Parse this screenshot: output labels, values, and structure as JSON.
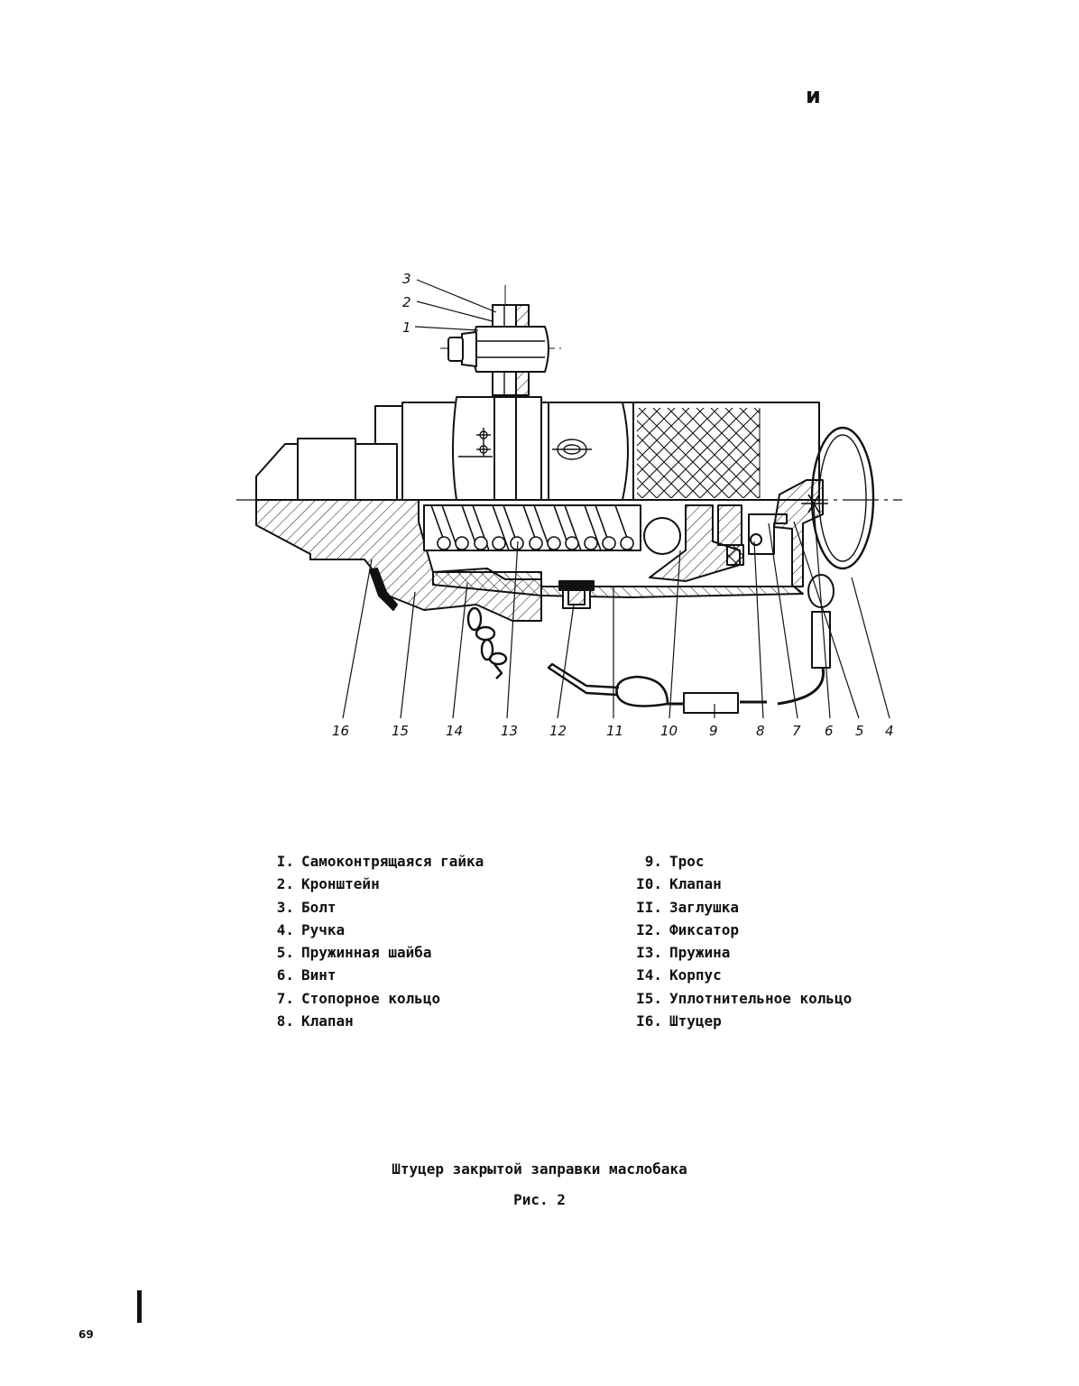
{
  "corner_mark": "и",
  "callouts": [
    "1",
    "2",
    "3",
    "4",
    "5",
    "6",
    "7",
    "8",
    "9",
    "10",
    "11",
    "12",
    "13",
    "14",
    "15",
    "16"
  ],
  "legend": {
    "left": [
      {
        "num": "I.",
        "text": "Самоконтрящаяся гайка"
      },
      {
        "num": "2.",
        "text": "Кронштейн"
      },
      {
        "num": "3.",
        "text": "Болт"
      },
      {
        "num": "4.",
        "text": "Ручка"
      },
      {
        "num": "5.",
        "text": "Пружинная шайба"
      },
      {
        "num": "6.",
        "text": "Винт"
      },
      {
        "num": "7.",
        "text": "Стопорное кольцо"
      },
      {
        "num": "8.",
        "text": "Клапан"
      }
    ],
    "right": [
      {
        "num": "9.",
        "text": "Трос"
      },
      {
        "num": "I0.",
        "text": "Клапан"
      },
      {
        "num": "II.",
        "text": "Заглушка"
      },
      {
        "num": "I2.",
        "text": "Фиксатор"
      },
      {
        "num": "I3.",
        "text": "Пружина"
      },
      {
        "num": "I4.",
        "text": "Корпус"
      },
      {
        "num": "I5.",
        "text": "Уплотнительное кольцо"
      },
      {
        "num": "I6.",
        "text": "Штуцер"
      }
    ]
  },
  "caption": {
    "title": "Штуцер закрытой заправки маслобака",
    "figure": "Рис. 2"
  },
  "page_number": "69"
}
